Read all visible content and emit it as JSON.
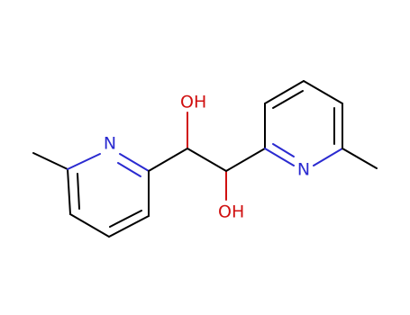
{
  "molecule": {
    "atoms": {
      "n1": {
        "text": "N",
        "color": "#2a2ad0"
      },
      "n2": {
        "text": "N",
        "color": "#2a2ad0"
      },
      "o1": {
        "text": "OH",
        "color": "#d01010"
      },
      "o2": {
        "text": "OH",
        "color": "#d01010"
      }
    }
  }
}
